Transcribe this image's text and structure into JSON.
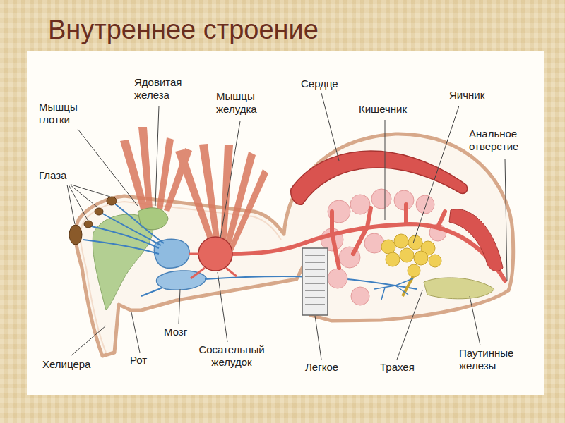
{
  "diagram": {
    "title": "Внутреннее строение",
    "labels": [
      "Мышцы глотки",
      "Ядовитая железа",
      "Мышцы желудка",
      "Сердце",
      "Кишечник",
      "Яичник",
      "Анальное отверстие",
      "Глаза",
      "Хелицера",
      "Рот",
      "Мозг",
      "Сосательный желудок",
      "Легкое",
      "Трахея",
      "Паутинные железы"
    ]
  }
}
